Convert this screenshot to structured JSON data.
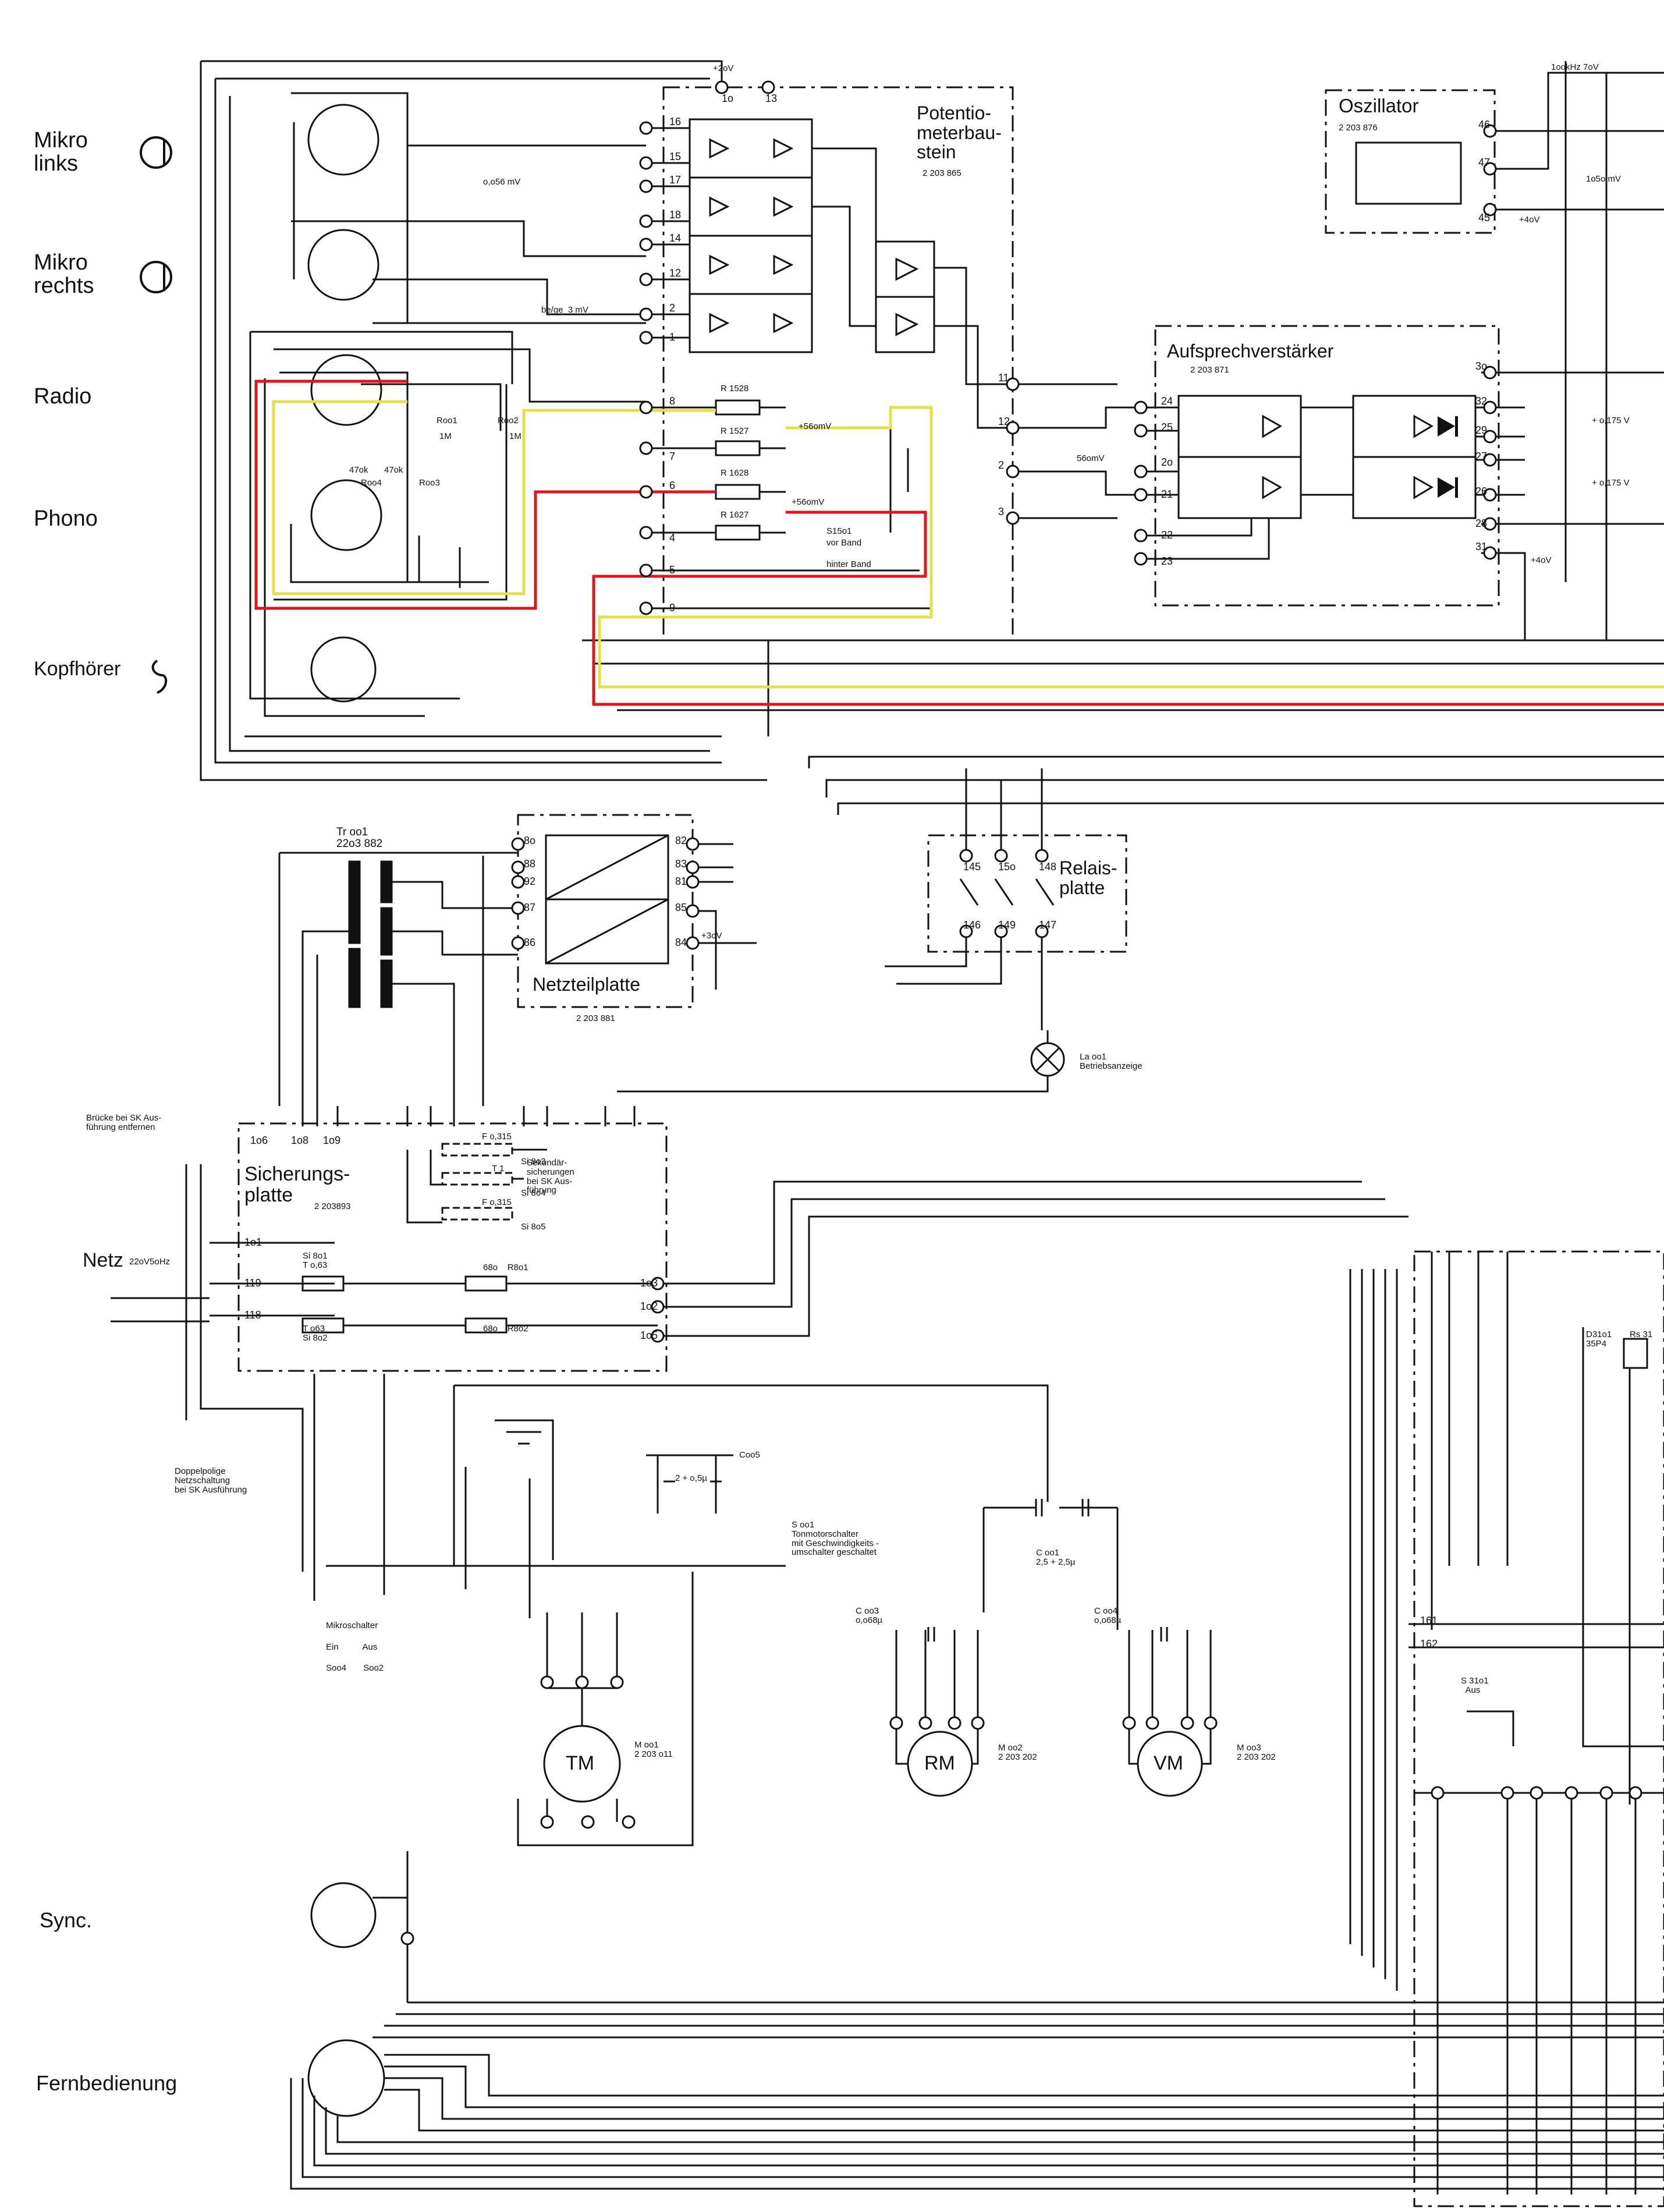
{
  "side_labels": {
    "mikro_links": "Mikro\nlinks",
    "mikro_rechts": "Mikro\nrechts",
    "radio": "Radio",
    "phono": "Phono",
    "kopfhoerer": "Kopfhörer",
    "sync": "Sync.",
    "fernbedienung": "Fernbedienung",
    "netz": "Netz",
    "netz_spec": "22oV5oHz"
  },
  "blocks": {
    "potentiometer": {
      "title": "Potentio-\nmeterbau-\nstein",
      "part": "2 203 865"
    },
    "oszillator": {
      "title": "Oszillator",
      "part": "2 203 876"
    },
    "aufsprech": {
      "title": "Aufsprechverstärker",
      "part": "2 203 871"
    },
    "netzteil": {
      "title": "Netzteilplatte",
      "part": "2 203 881"
    },
    "relais": {
      "title": "Relais-\nplatte"
    },
    "sicherung": {
      "title": "Sicherungs-\nplatte",
      "part": "2 203893"
    },
    "transformer": {
      "title": "Tr oo1\n22o3 882"
    }
  },
  "annotations": {
    "voltage_56mV": "o,o56 mV",
    "be_ge_3mV": "be/ge  3 mV",
    "r1528": "R 1528",
    "r1527": "R 1527",
    "r1628": "R 1628",
    "r1627": "R 1627",
    "plus56omV_a": "+56omV",
    "plus56omV_b": "+56omV",
    "s15o1": "S15o1",
    "vor_band": "vor Band",
    "hinter_band": "hinter Band",
    "r47k_a": "47ok",
    "r47k_b": "47ok",
    "roo4": "Roo4",
    "roo3": "Roo3",
    "roo1": "Roo1",
    "roo2": "Roo2",
    "one_m_a": "1M",
    "one_m_b": "1M",
    "o56omV": "56omV",
    "plus_o175V_a": "+ o,175 V",
    "plus_o175V_b": "+ o,175 V",
    "oszi_freq": "1ookHz 7oV",
    "oszi_1o5omV": "1o5o mV",
    "plus_4oV": "+4oV",
    "plus_2oV": "+2oV",
    "plus_3oV": "+3oV",
    "plus_4oV_b": "+4oV",
    "brucke": "Brücke bei SK Aus-\nführung entfernen",
    "sekundaer": "Sekundär-\nsicherungen\nbei SK Aus-\nführung",
    "doppelpolig": "Doppelpolige\nNetzschaltung\nbei SK Ausführung",
    "mikroschalter": "Mikroschalter",
    "ein_aus": "Ein          Aus",
    "s_oo4_oo2": "Soo4       Soo2",
    "tonmotor": "S oo1\nTonmotorschalter\nmit Geschwindigkeits -\numschalter geschaltet",
    "la_oo1": "La oo1\nBetriebsanzeige",
    "tm_part": "M oo1\n2 203 o11",
    "rm_part": "M oo2\n2 203 202",
    "vm_part": "M oo3\n2 203 202",
    "c_oo3": "C oo3\no,o68µ",
    "c_oo4": "C oo4\no,o68µ",
    "c_oo1": "C oo1\n2,5 + 2,5µ",
    "c_oo5": "Coo5",
    "c_oo5_val": "2 + o,5µ",
    "si_8o1": "Si 8o1\nT o,63",
    "si_8o2": "T o63\nSi 8o2",
    "r_8o1": "68o    R8o1",
    "r_8o2": "68o    R8o2",
    "f_315_a": "F o,315",
    "f_315_b": "F o,315",
    "t1": "T 1",
    "si_8o3": "Si 8o3",
    "si_8o4": "Si 8o4",
    "si_8o5": "Si 8o5",
    "d31o1": "D31o1\n35P4",
    "rs31": "Rs 31",
    "s31o1": "S 31o1\n  Aus"
  },
  "motors": {
    "tm": "TM",
    "rm": "RM",
    "vm": "VM"
  },
  "wire_colors": {
    "ink": "#111111",
    "highlight_red": "#e0141c",
    "highlight_yellow": "#e3e04a"
  }
}
